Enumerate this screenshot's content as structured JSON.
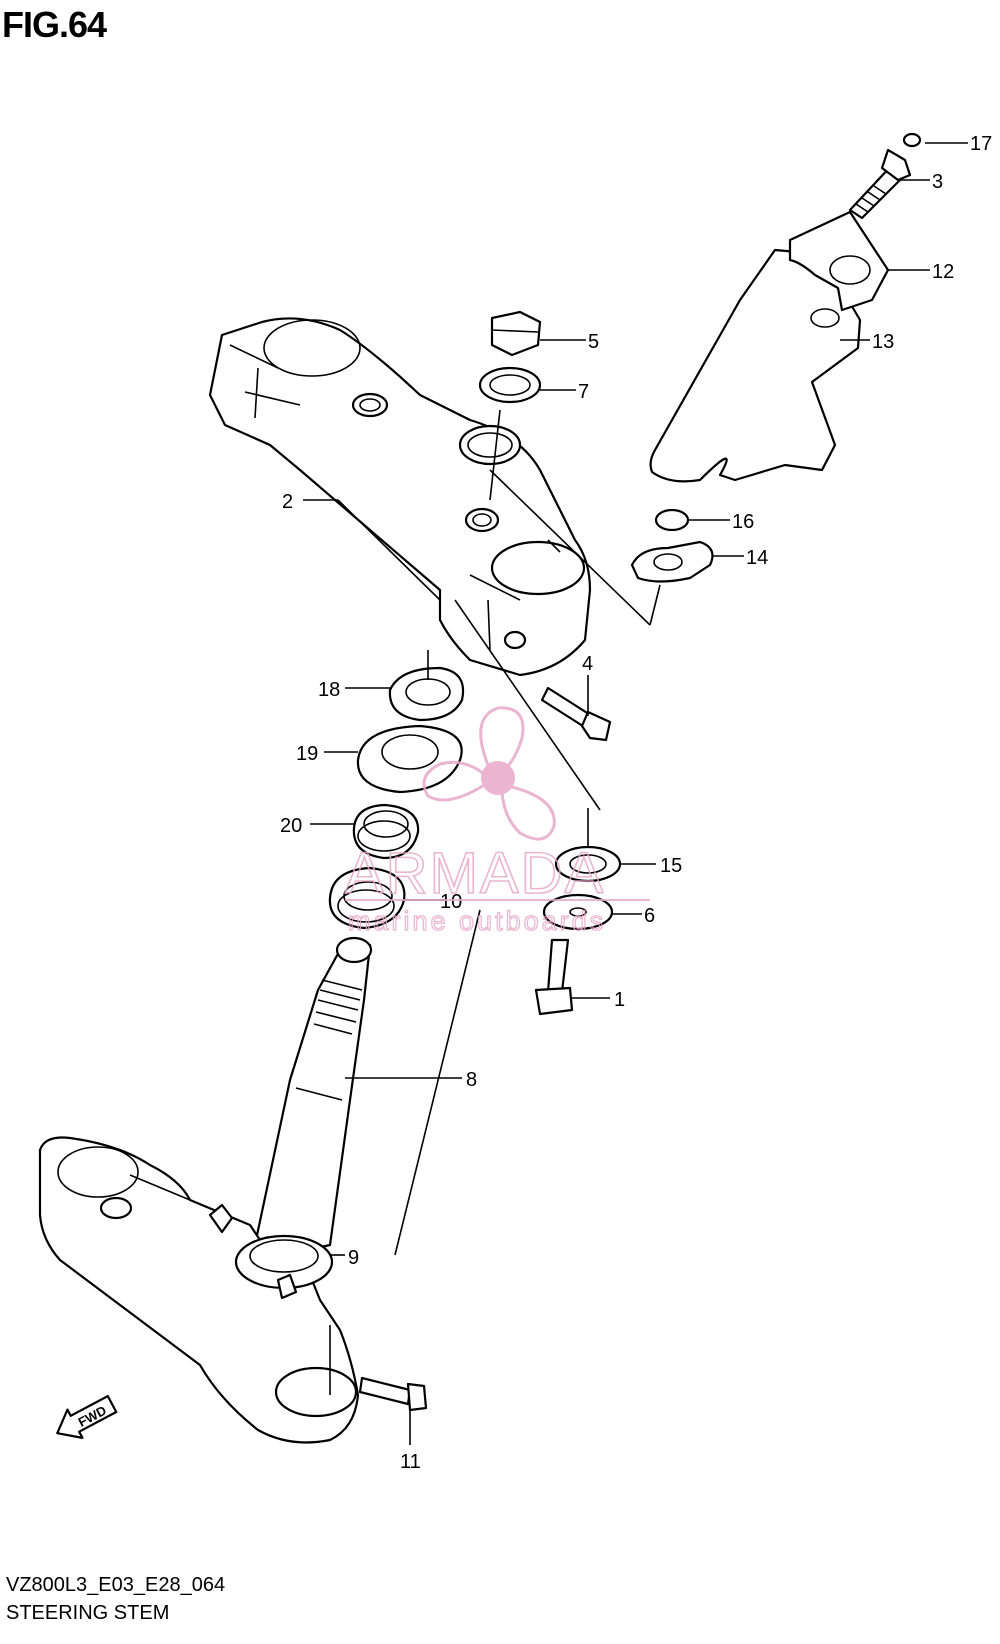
{
  "figure": {
    "title": "FIG.64",
    "model_code": "VZ800L3_E03_E28_064",
    "section_name": "STEERING STEM"
  },
  "watermark": {
    "brand": "ARMADA",
    "tagline": "marine outboards",
    "color": "#e8a7c8"
  },
  "direction_arrow": {
    "label": "FWD"
  },
  "callouts": [
    "1",
    "2",
    "3",
    "4",
    "5",
    "6",
    "7",
    "8",
    "9",
    "10",
    "11",
    "12",
    "13",
    "14",
    "15",
    "16",
    "17",
    "18",
    "19",
    "20"
  ],
  "colors": {
    "line": "#000000",
    "background": "#ffffff"
  }
}
